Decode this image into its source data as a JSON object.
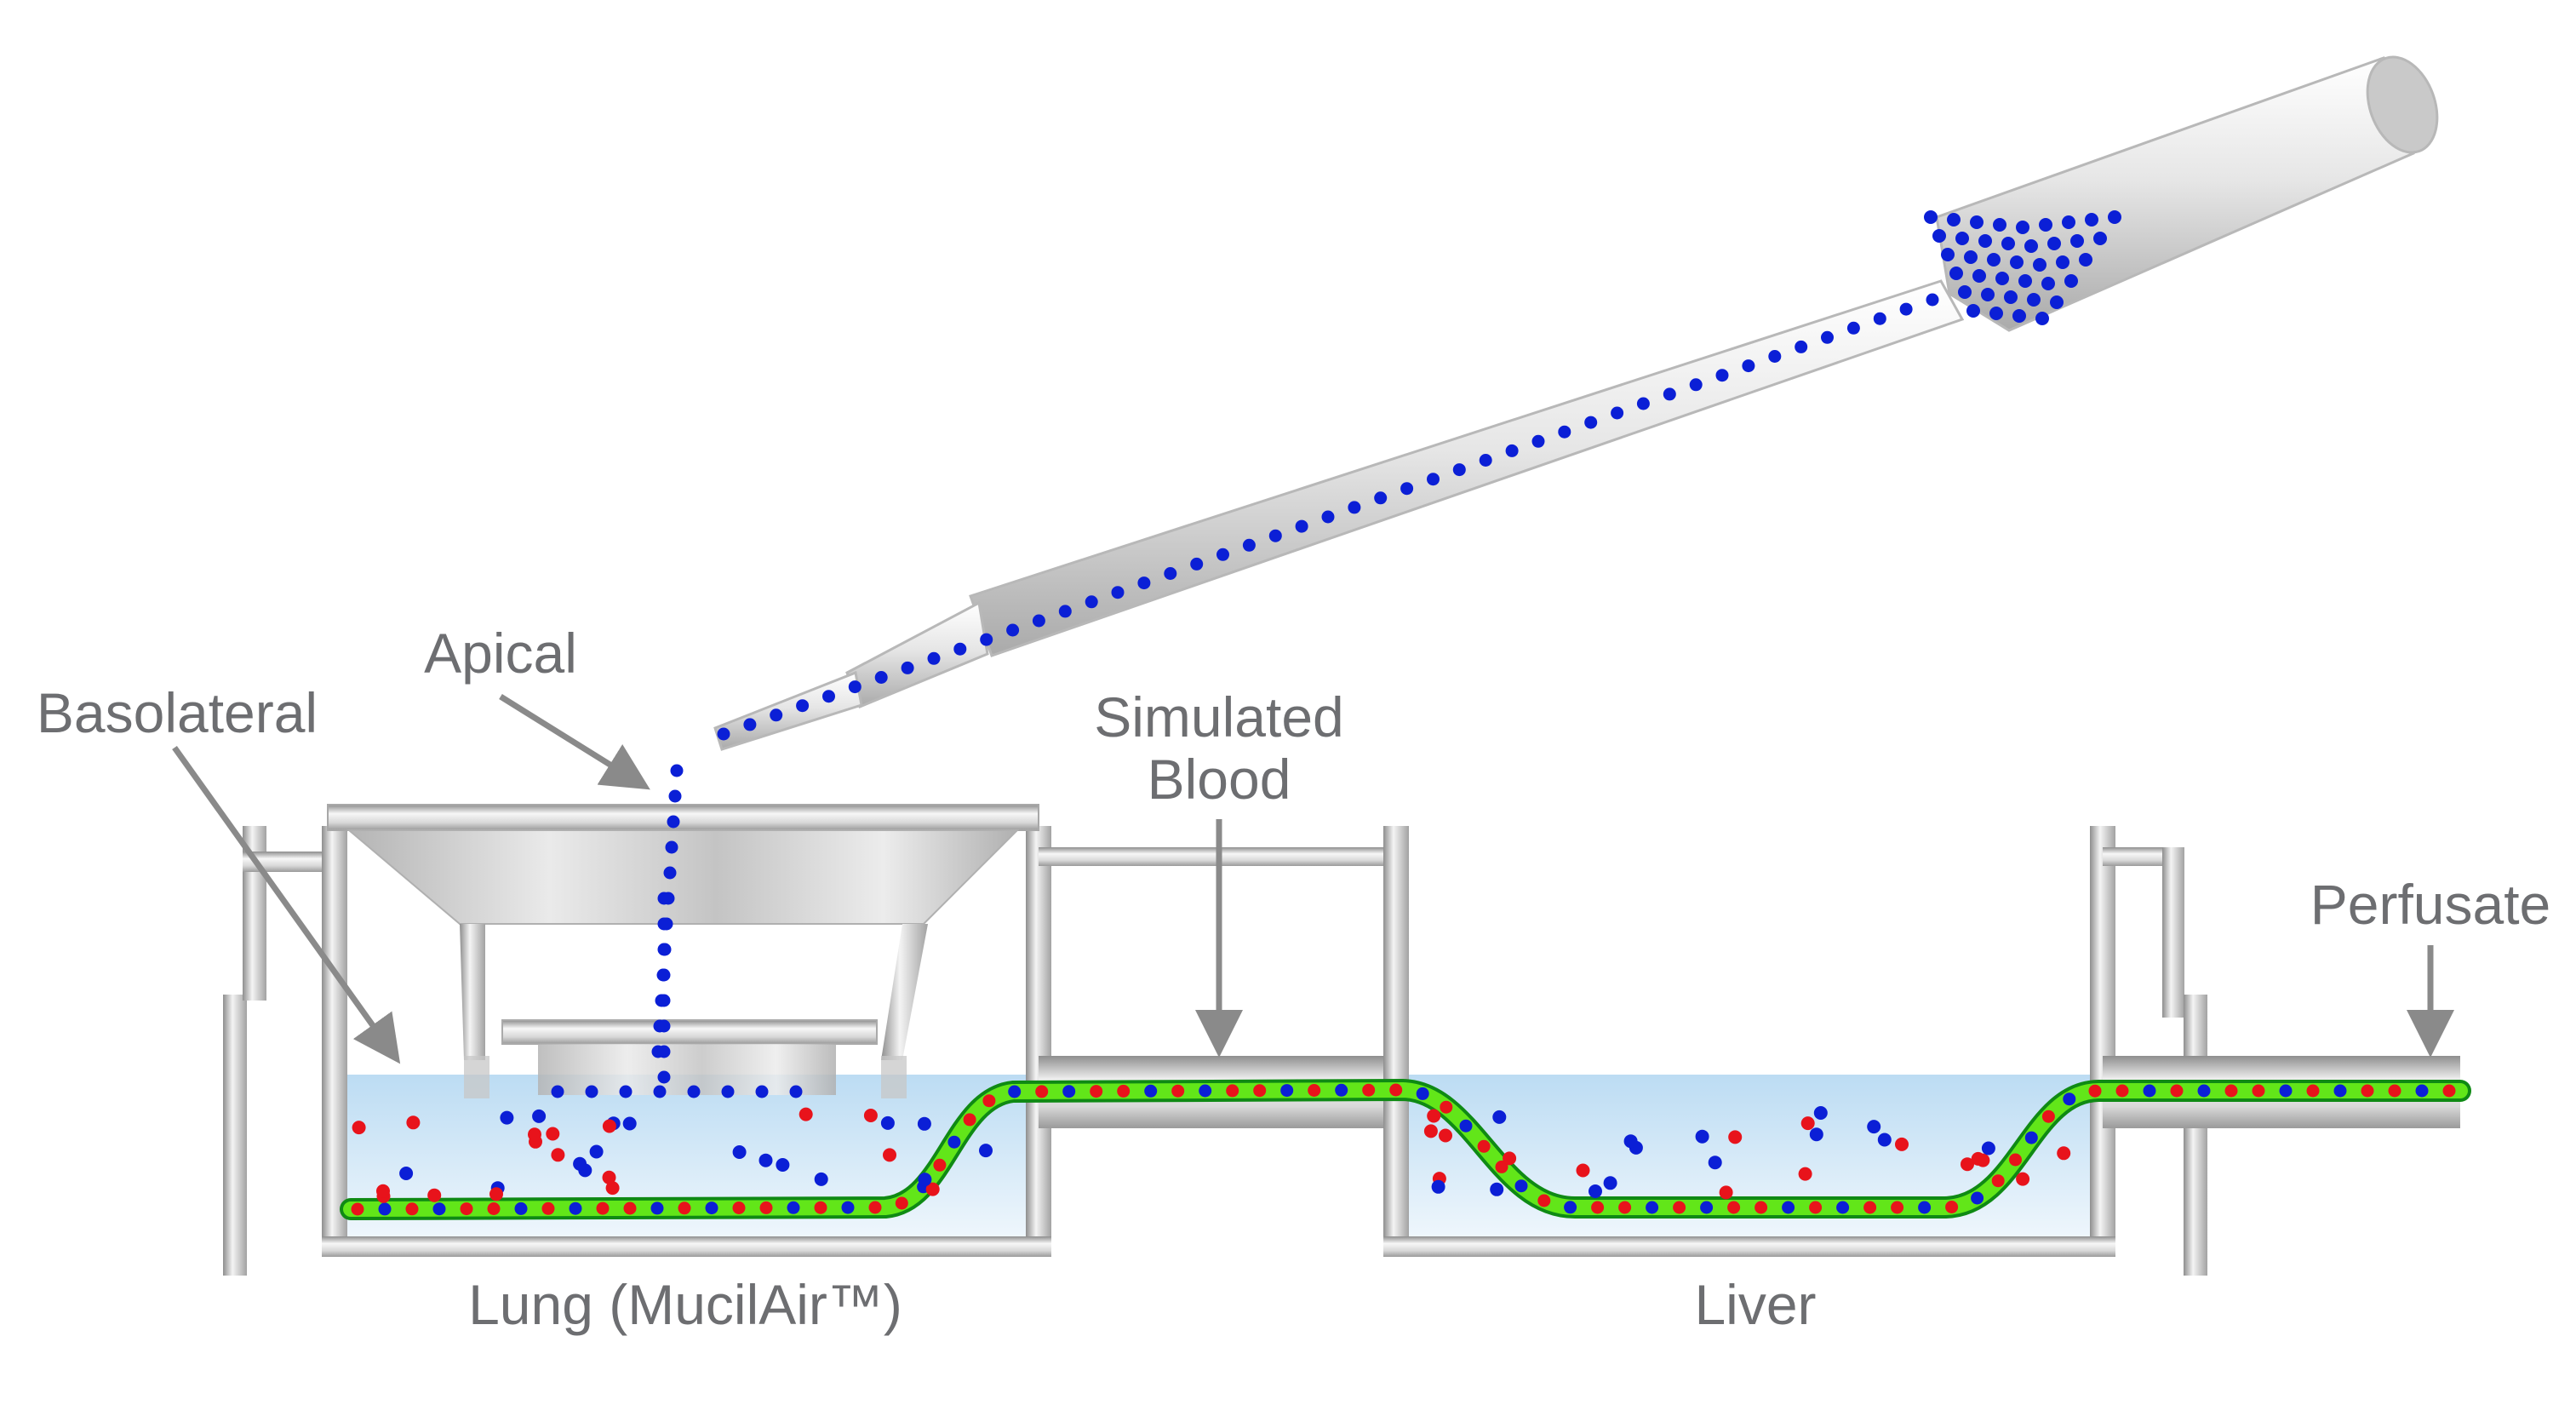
{
  "labels": {
    "apical": "Apical",
    "basolateral": "Basolateral",
    "blood_line1": "Simulated",
    "blood_line2": "Blood",
    "perfusate": "Perfusate",
    "lung": "Lung (MucilAir™)",
    "liver": "Liver"
  },
  "colors": {
    "particle_blue": "#0b1fd6",
    "particle_red": "#e8131b",
    "membrane_green": "#5fe31a",
    "membrane_dark_green": "#0f8a14",
    "fluid_light_blue": "#cfe6f7",
    "metal_gray": "#b5b5b5",
    "text_gray": "#6d6e71"
  },
  "icons": [
    "arrow-icon",
    "pipette-icon",
    "particle-icon"
  ]
}
